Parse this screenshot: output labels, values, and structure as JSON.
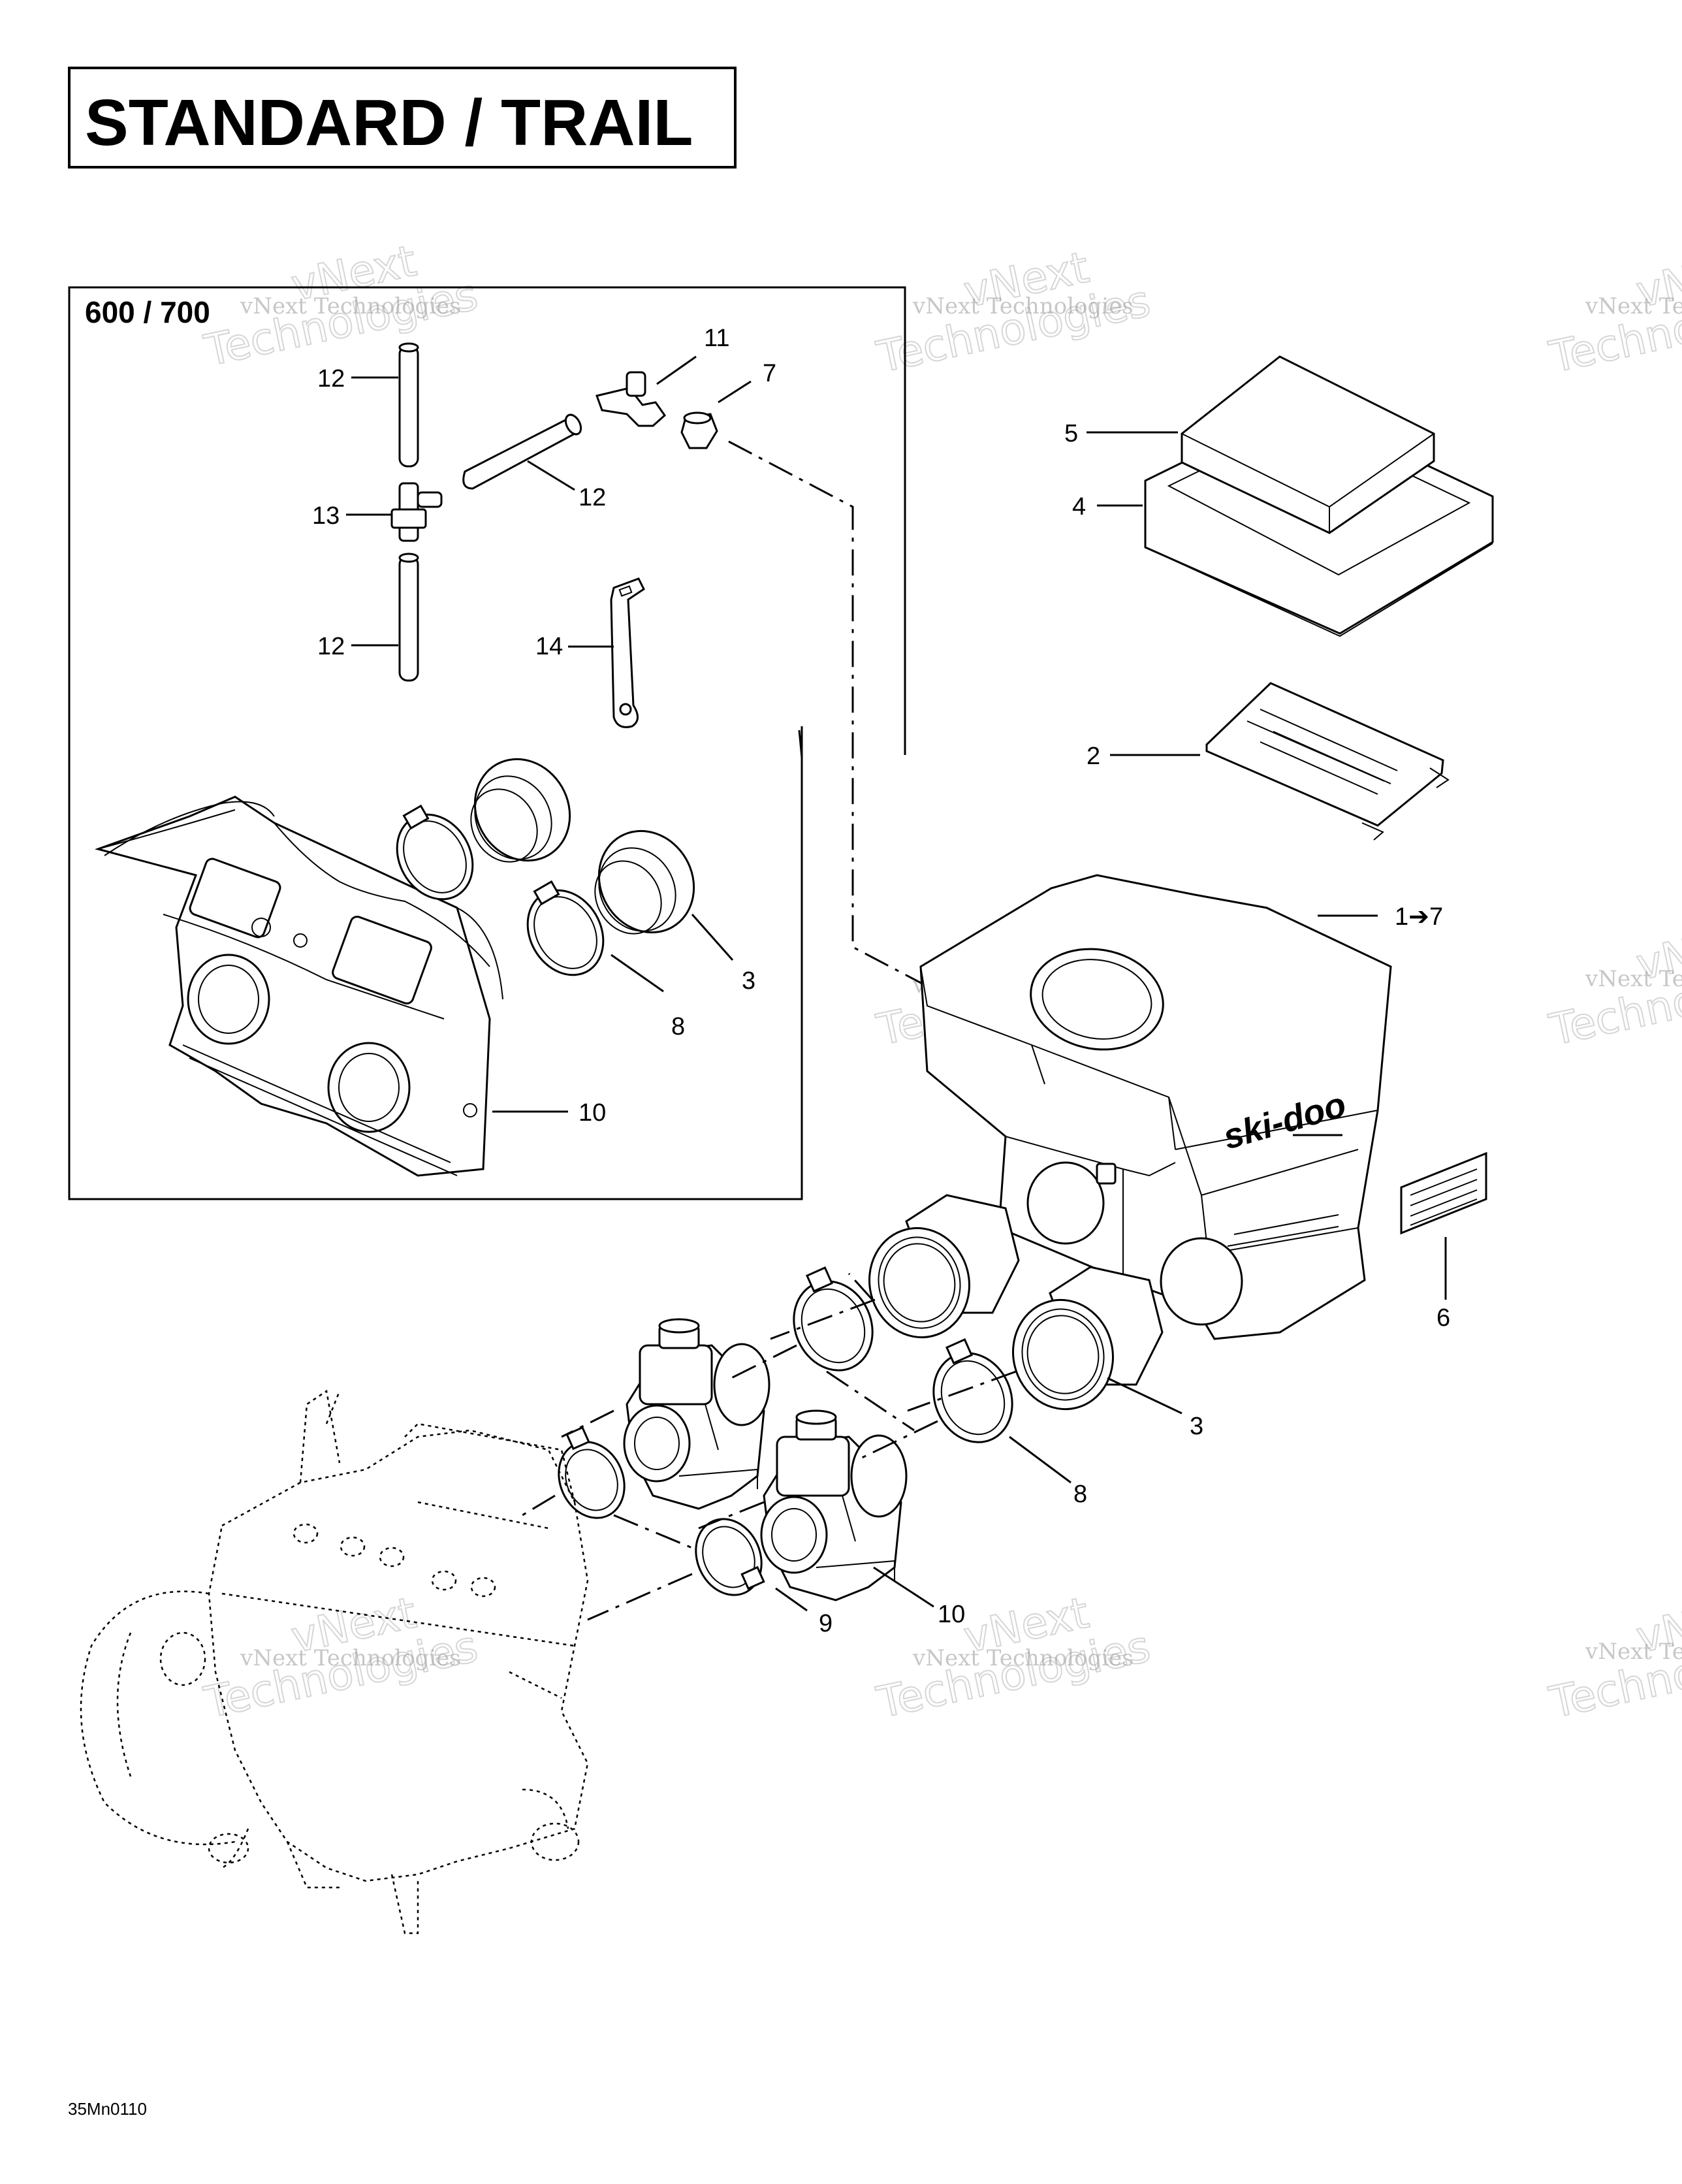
{
  "title": "STANDARD / TRAIL",
  "inset_label": "600 / 700",
  "reference_code": "35Mn0110",
  "watermark": {
    "line1": "vNext Technologies",
    "line2": "vNext",
    "line3": "Technologies"
  },
  "callouts": {
    "c1": "1➔7",
    "c2": "2",
    "c3a": "3",
    "c3b": "3",
    "c4": "4",
    "c5": "5",
    "c6": "6",
    "c7": "7",
    "c8a": "8",
    "c8b": "8",
    "c9": "9",
    "c10a": "10",
    "c10b": "10",
    "c11": "11",
    "c12a": "12",
    "c12b": "12",
    "c12c": "12",
    "c13": "13",
    "c14": "14"
  },
  "logo_text": "ski-doo"
}
